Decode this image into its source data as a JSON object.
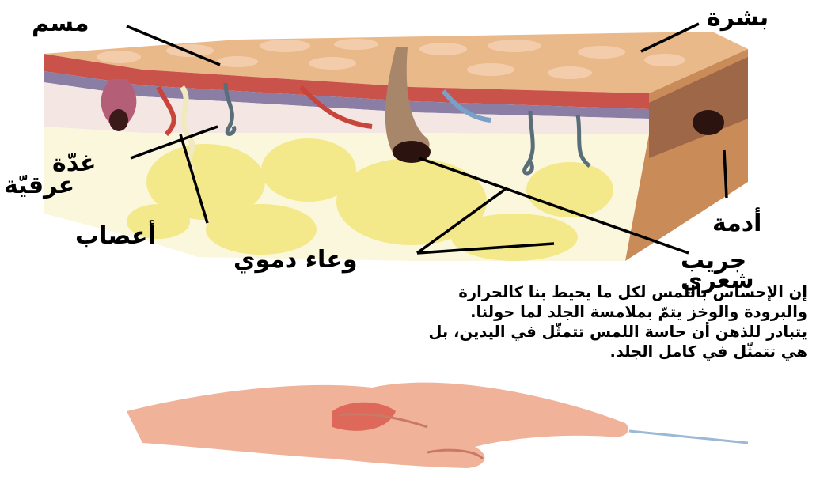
{
  "labels": {
    "pore": "مسم",
    "epidermis": "بشرة",
    "sweat_gland_line1": "غدّة",
    "sweat_gland_line2": "عرقيّة",
    "nerves": "أعصاب",
    "dermis": "أدمة",
    "blood_vessel": "وعاء دموي",
    "hair_follicle_line1": "جريب",
    "hair_follicle_line2": "شعري"
  },
  "paragraph": {
    "line1": "إن الإحساس باللمس لكل ما يحيط بنا كالحرارة",
    "line2": "والبرودة والوخز يتمّ بملامسة الجلد لما حولنا.",
    "line3": "يتبادر للذهن أن حاسة اللمس تتمثّل في اليدين، بل",
    "line4": "هي تتمثّل في كامل الجلد."
  },
  "colors": {
    "skin_surface": "#e9b98a",
    "epidermis_band": "#c9534a",
    "dermis_layer": "#d97a5e",
    "fat_tissue": "#f3e88a",
    "hand": "#f1b29a"
  }
}
